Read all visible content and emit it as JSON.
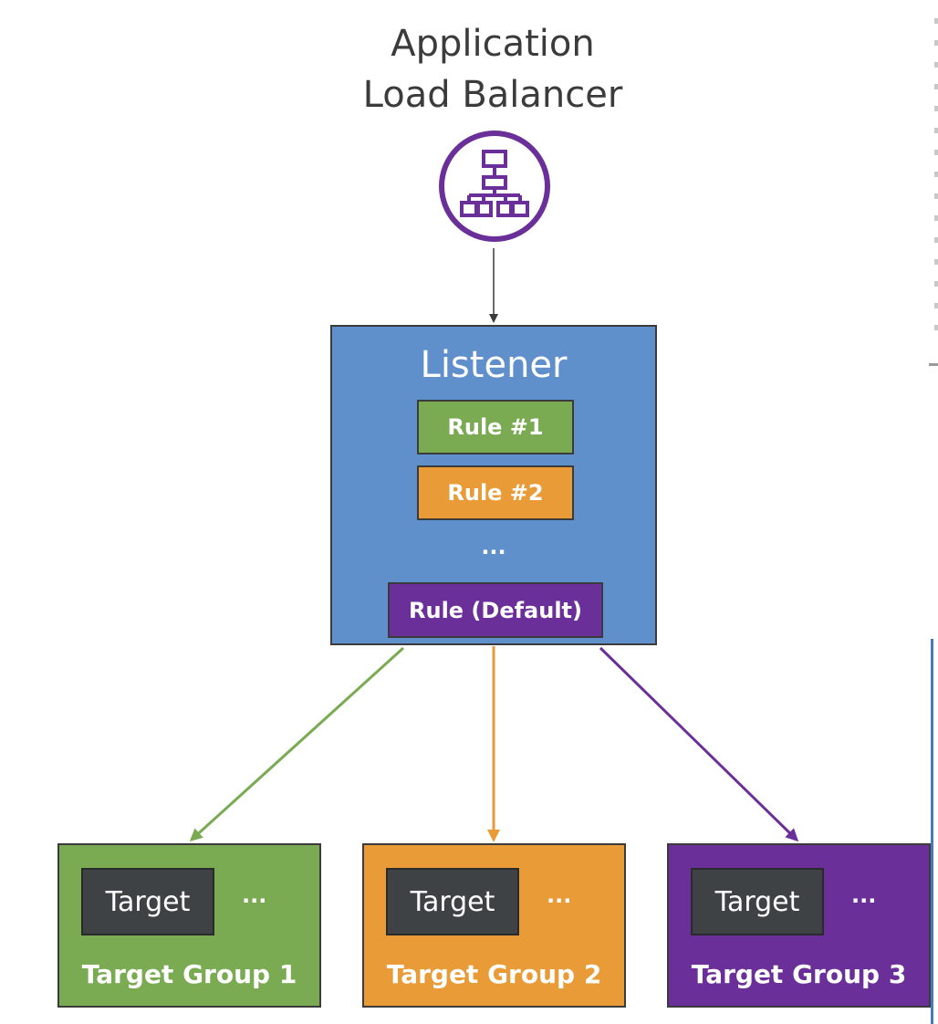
{
  "diagram": {
    "title_line1": "Application",
    "title_line2": "Load Balancer",
    "icon": "load-balancer-hierarchy-icon",
    "listener": {
      "title": "Listener",
      "rules": [
        {
          "label": "Rule #1",
          "color": "#7aab52"
        },
        {
          "label": "Rule #2",
          "color": "#e89b36"
        },
        {
          "label": "Rule (Default)",
          "color": "#6a2f98"
        }
      ],
      "ellipsis": "...",
      "color": "#6090cc"
    },
    "target_groups": [
      {
        "label": "Target Group 1",
        "target": "Target",
        "ellipsis": "...",
        "color": "#7aab52"
      },
      {
        "label": "Target Group 2",
        "target": "Target",
        "ellipsis": "...",
        "color": "#e89b36"
      },
      {
        "label": "Target Group 3",
        "target": "Target",
        "ellipsis": "...",
        "color": "#6a2f98"
      }
    ],
    "colors": {
      "icon": "#6a2f98",
      "text": "#3b3b3b",
      "target": "#3e4244"
    }
  }
}
